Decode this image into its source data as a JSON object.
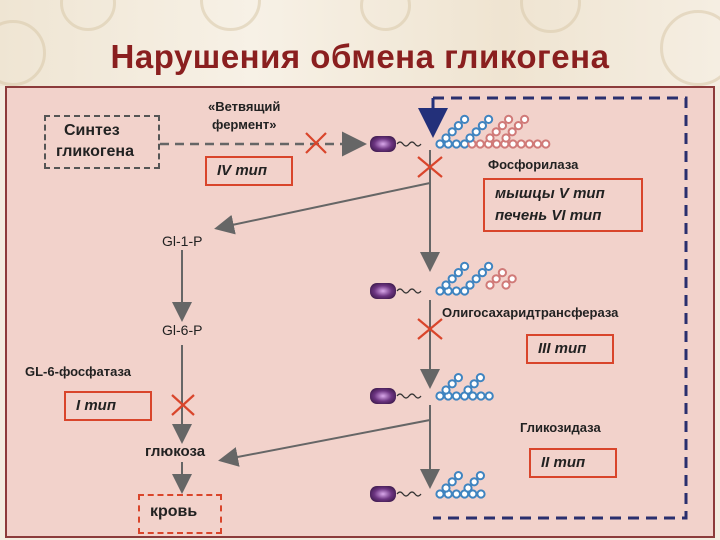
{
  "title": "Нарушения обмена гликогена",
  "labels": {
    "synthesis_line1": "Синтез",
    "synthesis_line2": "гликогена",
    "branching_line1": "«Ветвящий",
    "branching_line2": "фермент»",
    "phosphorylase": "Фосфорилаза",
    "gl1p": "Gl-1-P",
    "gl6p": "Gl-6-P",
    "g6phosphatase": "GL-6-фосфатаза",
    "oligo": "Олигосахаридтрансфераза",
    "glucosidase": "Гликозидаза",
    "glucose": "глюкоза",
    "blood": "кровь"
  },
  "types": {
    "type4": "IV тип",
    "type5_line1": "мышцы V тип",
    "type5_line2": "печень VI тип",
    "type3": "III тип",
    "type1": "I тип",
    "type2": "II тип"
  },
  "colors": {
    "title": "#8a1f1f",
    "panel_bg": "#f2d2cb",
    "panel_border": "#8c3b3b",
    "dashed_frame": "#2a2f6e",
    "type_box_border": "#d9452b",
    "block_cross": "#d9452b",
    "arrow": "#666666",
    "glucose_blue": "#3f84c0",
    "glucose_pink": "#d07a78",
    "glycogenin": "#5a2b6e"
  }
}
